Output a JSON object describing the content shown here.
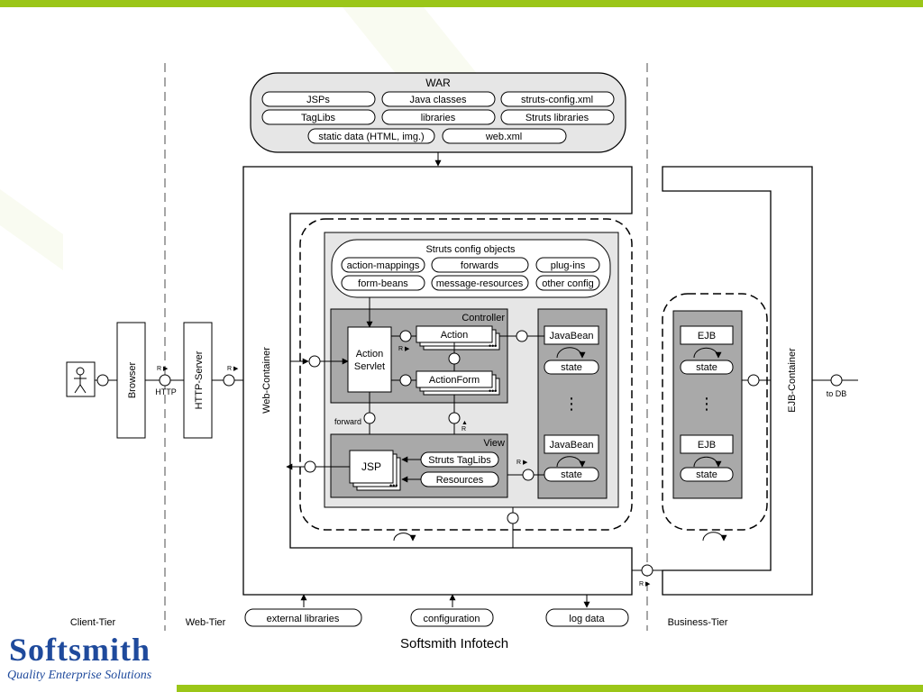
{
  "war": {
    "title": "WAR",
    "items": [
      "JSPs",
      "Java classes",
      "struts-config.xml",
      "TagLibs",
      "libraries",
      "Struts libraries",
      "static data (HTML, img.)",
      "web.xml"
    ]
  },
  "config_objects": {
    "title": "Struts config objects",
    "items": [
      "action-mappings",
      "forwards",
      "plug-ins",
      "form-beans",
      "message-resources",
      "other config"
    ]
  },
  "controller": {
    "title": "Controller",
    "action_servlet": [
      "Action",
      "Servlet"
    ],
    "action": "Action",
    "action_form": "ActionForm"
  },
  "view": {
    "title": "View",
    "jsp": "JSP",
    "tag_libs": "Struts TagLibs",
    "resources": "Resources",
    "forward": "forward"
  },
  "model": {
    "bean1": "JavaBean",
    "bean2": "JavaBean",
    "state": "state",
    "dots": "⋮"
  },
  "ejb": {
    "ejb1": "EJB",
    "ejb2": "EJB",
    "state": "state",
    "dots": "⋮"
  },
  "tiers": {
    "client": "Client-Tier",
    "web": "Web-Tier",
    "business": "Business-Tier"
  },
  "blocks": {
    "browser": "Browser",
    "http_server": "HTTP-Server",
    "web_container": "Web-Container",
    "ejb_container": "EJB-Container"
  },
  "connectors": {
    "http": "HTTP",
    "r": "R",
    "to_db": "to DB"
  },
  "bottom": {
    "external_libraries": "external libraries",
    "configuration": "configuration",
    "log_data": "log data"
  },
  "footer": "Softsmith Infotech",
  "brand": {
    "name": "Softsmith",
    "tagline": "Quality Enterprise Solutions"
  },
  "colors": {
    "accent": "#9bc618",
    "brand": "#1f4a9c",
    "light_gray": "#e6e6e6",
    "mid_gray": "#c0c0c0",
    "dark_gray": "#a9a9a9"
  }
}
